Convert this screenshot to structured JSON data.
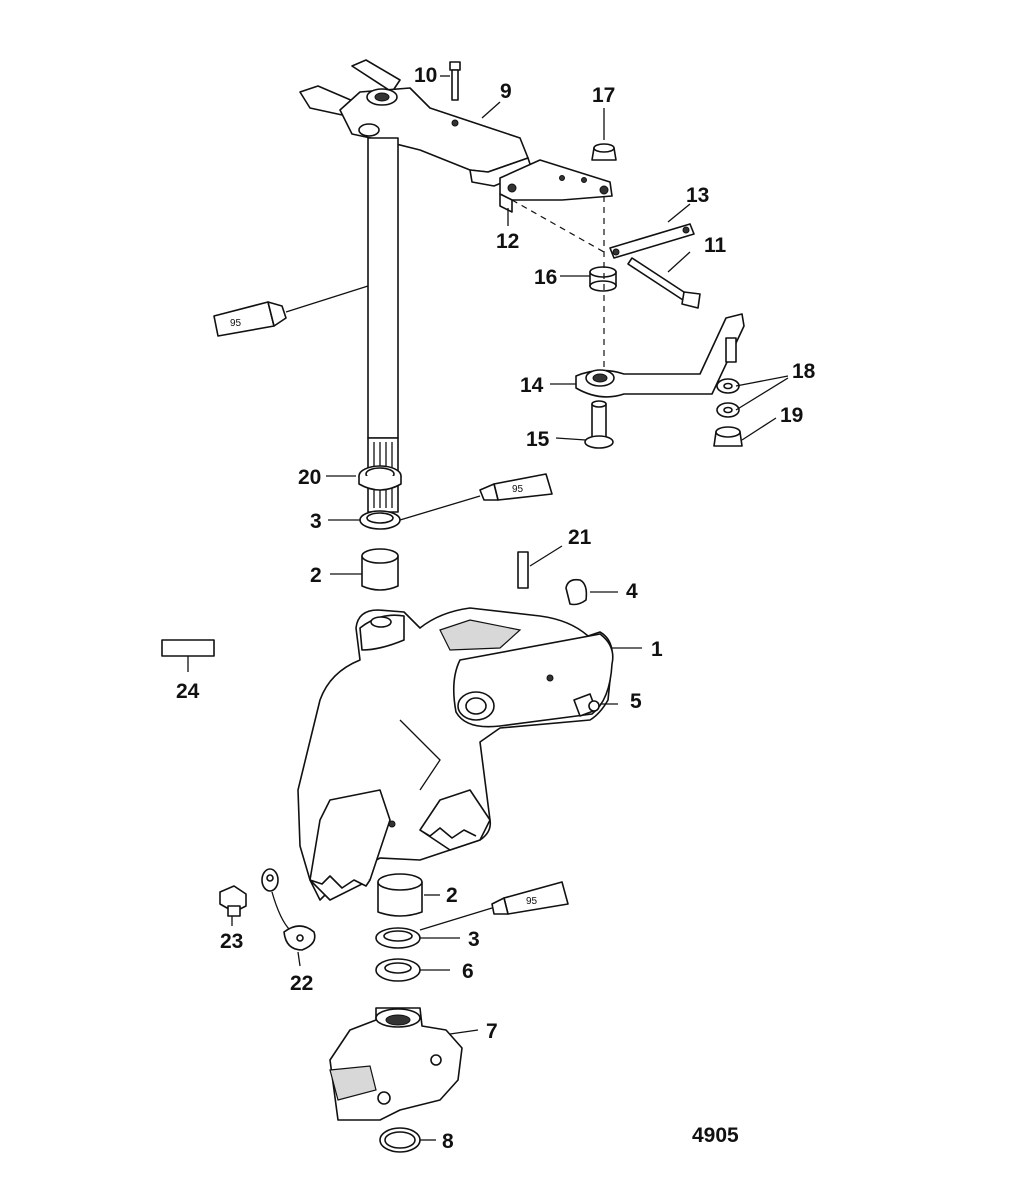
{
  "diagram_number": "4905",
  "callouts": [
    {
      "id": "1",
      "text": "1"
    },
    {
      "id": "2a",
      "text": "2"
    },
    {
      "id": "2b",
      "text": "2"
    },
    {
      "id": "3a",
      "text": "3"
    },
    {
      "id": "3b",
      "text": "3"
    },
    {
      "id": "4",
      "text": "4"
    },
    {
      "id": "5",
      "text": "5"
    },
    {
      "id": "6",
      "text": "6"
    },
    {
      "id": "7",
      "text": "7"
    },
    {
      "id": "8",
      "text": "8"
    },
    {
      "id": "9",
      "text": "9"
    },
    {
      "id": "10",
      "text": "10"
    },
    {
      "id": "11",
      "text": "11"
    },
    {
      "id": "12",
      "text": "12"
    },
    {
      "id": "13",
      "text": "13"
    },
    {
      "id": "14",
      "text": "14"
    },
    {
      "id": "15",
      "text": "15"
    },
    {
      "id": "16",
      "text": "16"
    },
    {
      "id": "17",
      "text": "17"
    },
    {
      "id": "18",
      "text": "18"
    },
    {
      "id": "19",
      "text": "19"
    },
    {
      "id": "20",
      "text": "20"
    },
    {
      "id": "21",
      "text": "21"
    },
    {
      "id": "22",
      "text": "22"
    },
    {
      "id": "23",
      "text": "23"
    },
    {
      "id": "24",
      "text": "24"
    }
  ],
  "lubricant_tubes": [
    {
      "id": "tube-a",
      "text": "95"
    },
    {
      "id": "tube-b",
      "text": "95"
    },
    {
      "id": "tube-c",
      "text": "95"
    }
  ]
}
